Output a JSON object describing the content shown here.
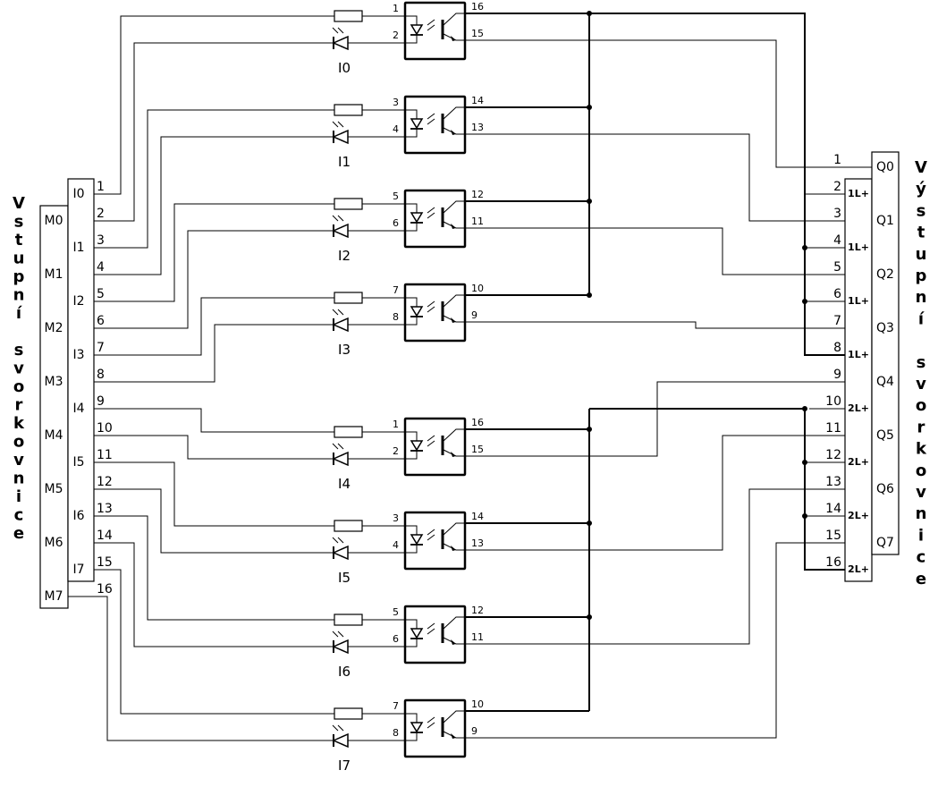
{
  "left_header": [
    "V",
    "s",
    "t",
    "u",
    "p",
    "n",
    "í",
    "",
    "s",
    "v",
    "o",
    "r",
    "k",
    "o",
    "v",
    "n",
    "i",
    "c",
    "e"
  ],
  "right_header": [
    "V",
    "ý",
    "s",
    "t",
    "u",
    "p",
    "n",
    "í",
    "",
    "s",
    "v",
    "o",
    "r",
    "k",
    "o",
    "v",
    "n",
    "i",
    "c",
    "e"
  ],
  "left_commons": [
    "M0",
    "M1",
    "M2",
    "M3",
    "M4",
    "M5",
    "M6",
    "M7"
  ],
  "left_inputs": [
    "I0",
    "I1",
    "I2",
    "I3",
    "I4",
    "I5",
    "I6",
    "I7"
  ],
  "left_pins": [
    "1",
    "2",
    "3",
    "4",
    "5",
    "6",
    "7",
    "8",
    "9",
    "10",
    "11",
    "12",
    "13",
    "14",
    "15",
    "16"
  ],
  "right_pins": [
    "1",
    "2",
    "3",
    "4",
    "5",
    "6",
    "7",
    "8",
    "9",
    "10",
    "11",
    "12",
    "13",
    "14",
    "15",
    "16"
  ],
  "right_outputs": [
    "Q0",
    "Q1",
    "Q2",
    "Q3",
    "Q4",
    "Q5",
    "Q6",
    "Q7"
  ],
  "right_supply": [
    "1L+",
    "1L+",
    "1L+",
    "1L+",
    "2L+",
    "2L+",
    "2L+",
    "2L+"
  ],
  "channels": [
    {
      "label": "I0",
      "pins": [
        "1",
        "2",
        "16",
        "15"
      ]
    },
    {
      "label": "I1",
      "pins": [
        "3",
        "4",
        "14",
        "13"
      ]
    },
    {
      "label": "I2",
      "pins": [
        "5",
        "6",
        "12",
        "11"
      ]
    },
    {
      "label": "I3",
      "pins": [
        "7",
        "8",
        "10",
        "9"
      ]
    },
    {
      "label": "I4",
      "pins": [
        "1",
        "2",
        "16",
        "15"
      ]
    },
    {
      "label": "I5",
      "pins": [
        "3",
        "4",
        "14",
        "13"
      ]
    },
    {
      "label": "I6",
      "pins": [
        "5",
        "6",
        "12",
        "11"
      ]
    },
    {
      "label": "I7",
      "pins": [
        "7",
        "8",
        "10",
        "9"
      ]
    }
  ]
}
